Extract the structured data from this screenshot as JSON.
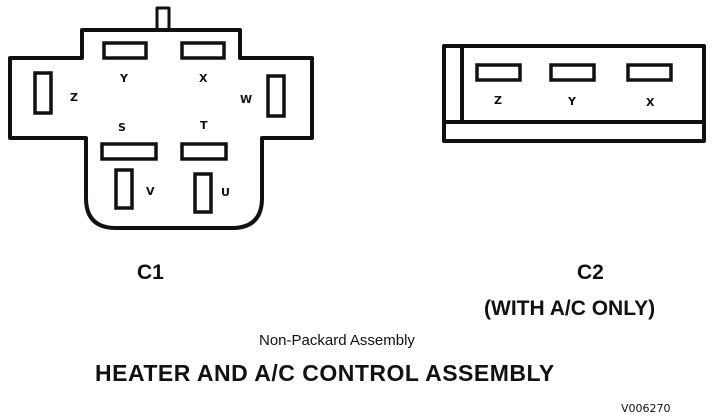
{
  "c1": {
    "label": "C1",
    "pins": {
      "y": "Y",
      "x": "X",
      "z": "Z",
      "w": "W",
      "s": "S",
      "t": "T",
      "v": "V",
      "u": "U"
    }
  },
  "c2": {
    "label": "C2",
    "note": "(WITH A/C ONLY)",
    "pins": {
      "z": "Z",
      "y": "Y",
      "x": "X"
    }
  },
  "subtitle": "Non-Packard Assembly",
  "title": "HEATER AND A/C CONTROL ASSEMBLY",
  "figure_id": "V006270"
}
